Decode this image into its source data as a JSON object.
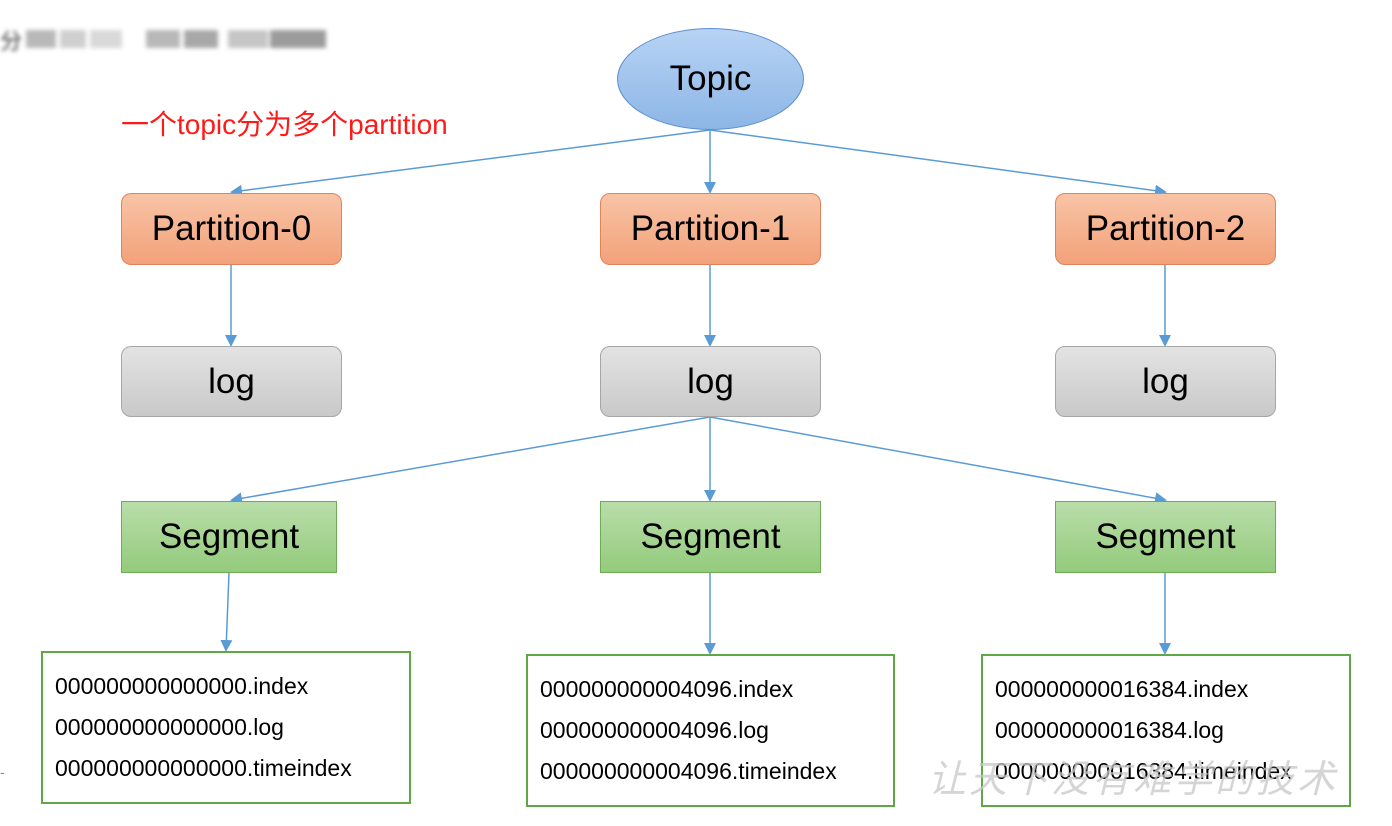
{
  "header": {
    "blurred_text": "分"
  },
  "annotation": "一个topic分为多个partition",
  "topic": {
    "label": "Topic"
  },
  "partitions": [
    {
      "label": "Partition-0",
      "log": "log"
    },
    {
      "label": "Partition-1",
      "log": "log"
    },
    {
      "label": "Partition-2",
      "log": "log"
    }
  ],
  "segments": [
    {
      "label": "Segment",
      "files": [
        "000000000000000.index",
        "000000000000000.log",
        "000000000000000.timeindex"
      ]
    },
    {
      "label": "Segment",
      "files": [
        "000000000004096.index",
        "000000000004096.log",
        "000000000004096.timeindex"
      ]
    },
    {
      "label": "Segment",
      "files": [
        "000000000016384.index",
        "000000000016384.log",
        "000000000016384.timeindex"
      ]
    }
  ],
  "watermark": "让天下没有难学的技术",
  "colors": {
    "arrow": "#5b9bd5",
    "annotation": "#ff1a1a",
    "topic_fill": "#9dc3e6",
    "partition_fill": "#f4b183",
    "log_fill": "#d0d0d0",
    "segment_fill": "#a9d18e",
    "file_border": "#5fa845"
  }
}
